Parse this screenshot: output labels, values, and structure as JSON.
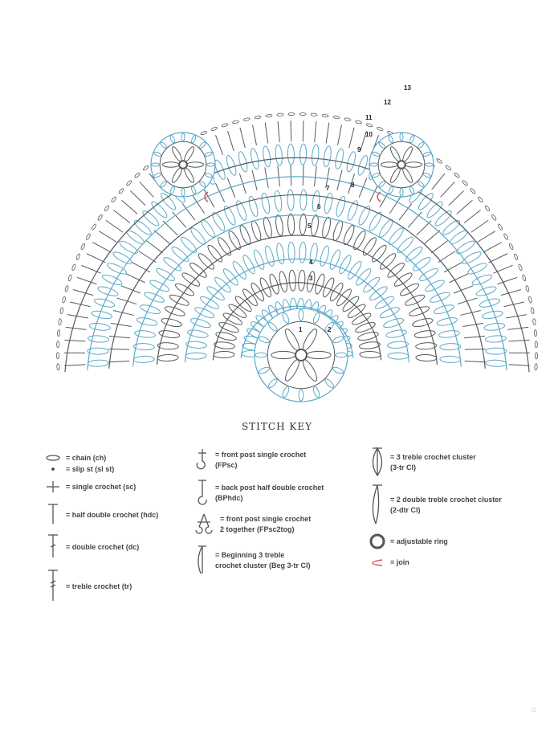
{
  "diagram": {
    "colors": {
      "gray": "#555a5e",
      "blue": "#5aa9c8",
      "join": "#d9534f"
    },
    "row_numbers": [
      "1",
      "2",
      "3",
      "4",
      "5",
      "6",
      "7",
      "8",
      "9",
      "10",
      "11",
      "12",
      "13"
    ]
  },
  "stitch_key": {
    "title": "STITCH KEY",
    "items": [
      {
        "icon": "chain-icon",
        "label": "= chain (ch)"
      },
      {
        "icon": "slip-stitch-icon",
        "label": "= slip st (sl st)"
      },
      {
        "icon": "single-crochet-icon",
        "label": "= single crochet (sc)"
      },
      {
        "icon": "half-double-crochet-icon",
        "label": "= half double crochet (hdc)"
      },
      {
        "icon": "double-crochet-icon",
        "label": "= double crochet (dc)"
      },
      {
        "icon": "treble-crochet-icon",
        "label": "= treble crochet (tr)"
      },
      {
        "icon": "front-post-single-crochet-icon",
        "label": "= front post single crochet\n(FPsc)"
      },
      {
        "icon": "back-post-hdc-icon",
        "label": "= back post half double crochet\n(BPhdc)"
      },
      {
        "icon": "fpsc2tog-icon",
        "label": "= front post single crochet\n2 together (FPsc2tog)"
      },
      {
        "icon": "beg-cluster-icon",
        "label": "= Beginning 3 treble\ncrochet cluster (Beg 3-tr Cl)"
      },
      {
        "icon": "tr-cluster-icon",
        "label": "= 3 treble crochet cluster\n(3-tr Cl)"
      },
      {
        "icon": "dtr-cluster-icon",
        "label": "= 2 double treble crochet cluster\n(2-dtr Cl)"
      },
      {
        "icon": "adjustable-ring-icon",
        "label": "= adjustable ring"
      },
      {
        "icon": "join-icon",
        "label": "= join"
      }
    ]
  }
}
